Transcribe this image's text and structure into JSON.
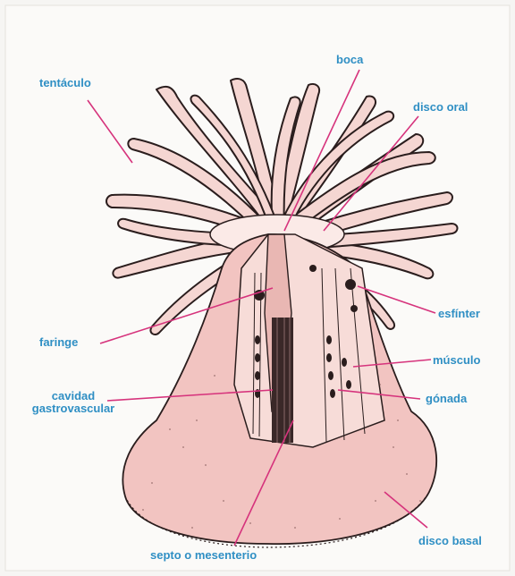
{
  "labels": {
    "tentaculo": "tentáculo",
    "boca": "boca",
    "disco_oral": "disco oral",
    "esfinter": "esfínter",
    "faringe": "faringe",
    "musculo": "músculo",
    "cavidad_line1": "cavidad",
    "cavidad_line2": "gastrovascular",
    "gonada": "gónada",
    "disco_basal": "disco basal",
    "septo": "septo o mesenterio"
  },
  "colors": {
    "label_text": "#2f8fc4",
    "leader_line": "#d6337c",
    "body_fill": "#f2c4c1",
    "tentacle_fill": "#f5d6d2",
    "outline": "#2a1d1d",
    "background": "#f6f5f3"
  }
}
